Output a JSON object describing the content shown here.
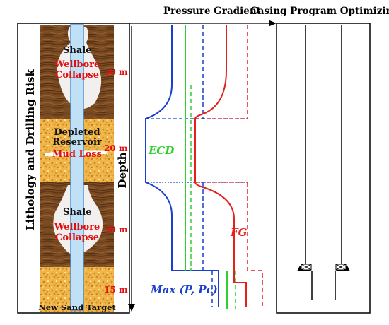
{
  "headers": {
    "pressure_gradient": "Pressure Gradient",
    "casing_program": "Casing Program Optimizing"
  },
  "left_label": "Lithology and Drilling Risk",
  "depth_label": "Depth",
  "lithology": {
    "shale_top": {
      "name": "Shale",
      "risk": "Wellbore Collapse"
    },
    "reservoir": {
      "name_line1": "Depleted",
      "name_line2": "Reservoir",
      "risk": "Mud Loss"
    },
    "shale_bottom": {
      "name": "Shale",
      "risk": "Wellbore Collapse"
    },
    "target": "New Sand Target"
  },
  "depth_marks": [
    "30 m",
    "20 m",
    "30 m",
    "15 m"
  ],
  "curves": {
    "ecd": {
      "label": "ECD",
      "color": "#2fcf2f"
    },
    "max_p": {
      "label": "Max (P, Pc)",
      "color": "#1a3fcf"
    },
    "fg": {
      "label": "FG",
      "color": "#e51e1e"
    }
  }
}
